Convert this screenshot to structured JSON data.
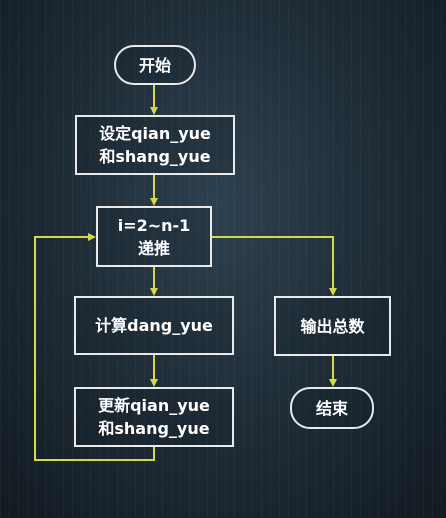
{
  "colors": {
    "connector": "#d4d94a",
    "node_border": "#e9e9e9",
    "text": "#ffffff"
  },
  "nodes": {
    "start": {
      "label": "开始"
    },
    "init": {
      "line1": "设定qian_yue",
      "line2": "和shang_yue"
    },
    "loop": {
      "line1": "i=2~n-1",
      "line2": "递推"
    },
    "compute": {
      "label": "计算dang_yue"
    },
    "update": {
      "line1": "更新qian_yue",
      "line2": "和shang_yue"
    },
    "output": {
      "label": "输出总数"
    },
    "end": {
      "label": "结束"
    }
  }
}
